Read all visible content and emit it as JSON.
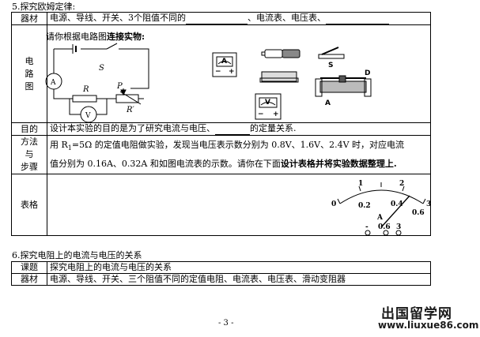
{
  "section5": {
    "title": "5.探究欧姆定律:",
    "rows": {
      "equipment": {
        "label": "器材",
        "text_a": "电源、导线、开关、3个阻值不同的",
        "text_b": "、电流表、电压表、"
      },
      "circuit": {
        "label_chars": [
          "电",
          "路",
          "图"
        ],
        "instruction_plain": "请你根据电路图",
        "instruction_bold": "连接实物:",
        "labels": {
          "S": "S",
          "R": "R",
          "P": "P",
          "Rp": "R′",
          "V": "V",
          "A": "A",
          "D": "D",
          "Abig": "A"
        }
      },
      "purpose": {
        "label": "目的",
        "text_a": "设计本实验的目的是为了研究电流与电压、",
        "text_b": "的定量关系."
      },
      "method": {
        "label_chars": [
          "方法",
          "与",
          "步骤"
        ],
        "line1_pre": "用 R",
        "line1_sub": "1",
        "line1_post": "=5Ω 的定值电阻做实验，发现当电压表示数分别为 0.8V、1.6V、2.4V 时，对应电流",
        "line2_plain": "值分别为 0.16A、0.32A 和如图电流表的示数。请你在下面",
        "line2_bold": "设计表格并将实验数据整理上."
      },
      "table": {
        "label": "表格",
        "meter": {
          "outer_ticks": [
            "0",
            "1",
            "2",
            "3"
          ],
          "inner_ticks": [
            "0.2",
            "0.4",
            "0.6"
          ],
          "unit": "A",
          "terminals": [
            "-",
            "0.6",
            "3"
          ]
        }
      }
    }
  },
  "section6": {
    "title": "6.探究电阻上的电流与电压的关系",
    "rows": [
      {
        "label": "课题",
        "text": "探究电阻上的电流与电压的关系"
      },
      {
        "label": "器材",
        "text": "电源、导线、开关、三个阻值不同的定值电阻、电流表、电压表、滑动变阻器"
      }
    ]
  },
  "page_number": "- 3 -",
  "watermark": {
    "cn": "出国留学网",
    "url": "www.liuxue86.com"
  }
}
